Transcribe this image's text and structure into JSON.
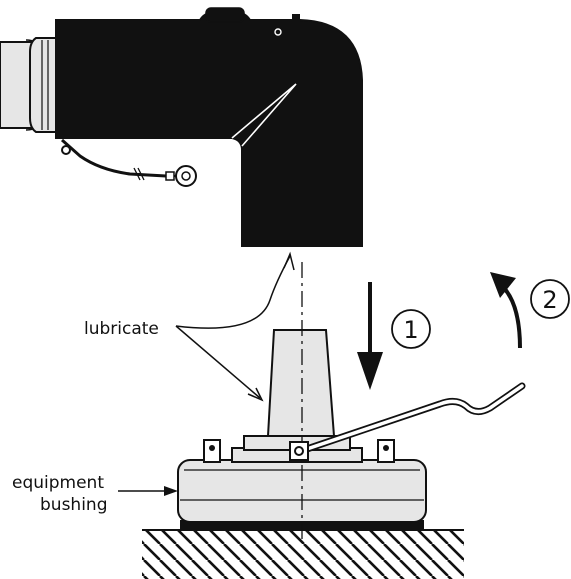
{
  "labels": {
    "lubricate": "lubricate",
    "bushing_line1": "equipment",
    "bushing_line2": "bushing"
  },
  "steps": {
    "step1": "1",
    "step2": "2"
  },
  "colors": {
    "elbow_body": "#111111",
    "bushing_fill": "#e6e6e6",
    "outline": "#111111",
    "background": "#ffffff"
  }
}
